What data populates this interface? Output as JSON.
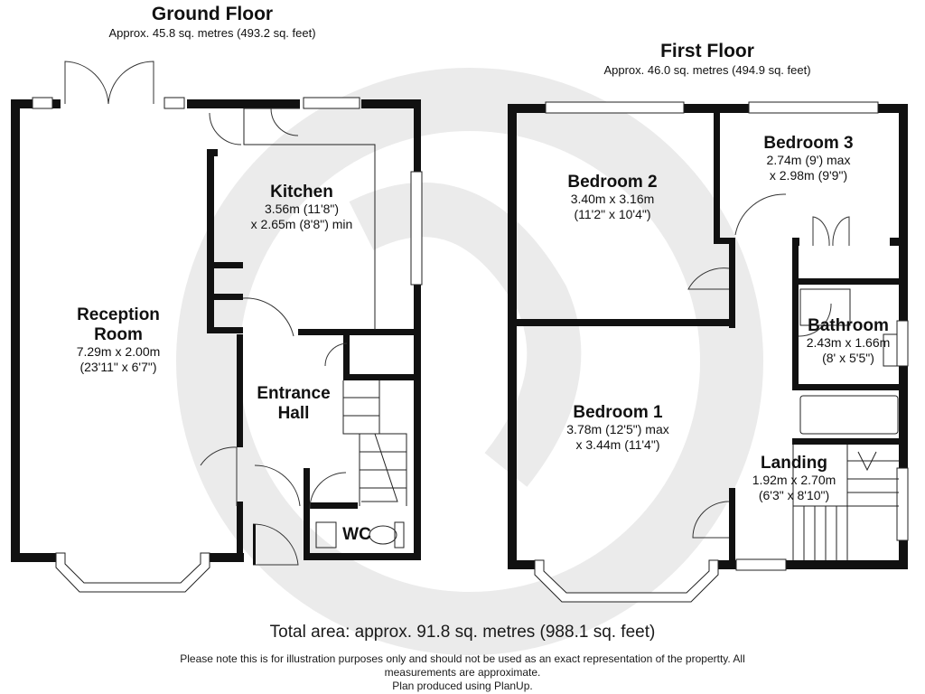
{
  "watermark": {
    "color": "#e9e9e9",
    "icon": "planup-logo-watermark"
  },
  "ground_floor": {
    "title": "Ground Floor",
    "area": "Approx. 45.8 sq. metres (493.2 sq. feet)",
    "rooms": {
      "reception": {
        "name_l1": "Reception",
        "name_l2": "Room",
        "dim_l1": "7.29m x 2.00m",
        "dim_l2": "(23'11\" x 6'7\")"
      },
      "kitchen": {
        "name": "Kitchen",
        "dim_l1": "3.56m (11'8\")",
        "dim_l2": "x 2.65m (8'8\") min"
      },
      "entrance": {
        "name_l1": "Entrance",
        "name_l2": "Hall"
      },
      "wc": {
        "name": "WC"
      }
    }
  },
  "first_floor": {
    "title": "First Floor",
    "area": "Approx. 46.0 sq. metres (494.9 sq. feet)",
    "rooms": {
      "bedroom2": {
        "name": "Bedroom 2",
        "dim_l1": "3.40m x 3.16m",
        "dim_l2": "(11'2\" x 10'4\")"
      },
      "bedroom3": {
        "name": "Bedroom 3",
        "dim_l1": "2.74m (9') max",
        "dim_l2": "x 2.98m (9'9\")"
      },
      "bedroom1": {
        "name": "Bedroom 1",
        "dim_l1": "3.78m (12'5\") max",
        "dim_l2": "x 3.44m (11'4\")"
      },
      "bathroom": {
        "name": "Bathroom",
        "dim_l1": "2.43m x 1.66m",
        "dim_l2": "(8' x 5'5\")"
      },
      "landing": {
        "name": "Landing",
        "dim_l1": "1.92m x 2.70m",
        "dim_l2": "(6'3\" x 8'10\")"
      }
    }
  },
  "footer": {
    "total": "Total area: approx. 91.8 sq. metres (988.1 sq. feet)",
    "disclaimer_l1": "Please note this is for illustration purposes only and should not be used as an exact representation of the propertty. All",
    "disclaimer_l2": "measurements are approximate.",
    "disclaimer_l3": "Plan produced using PlanUp."
  }
}
